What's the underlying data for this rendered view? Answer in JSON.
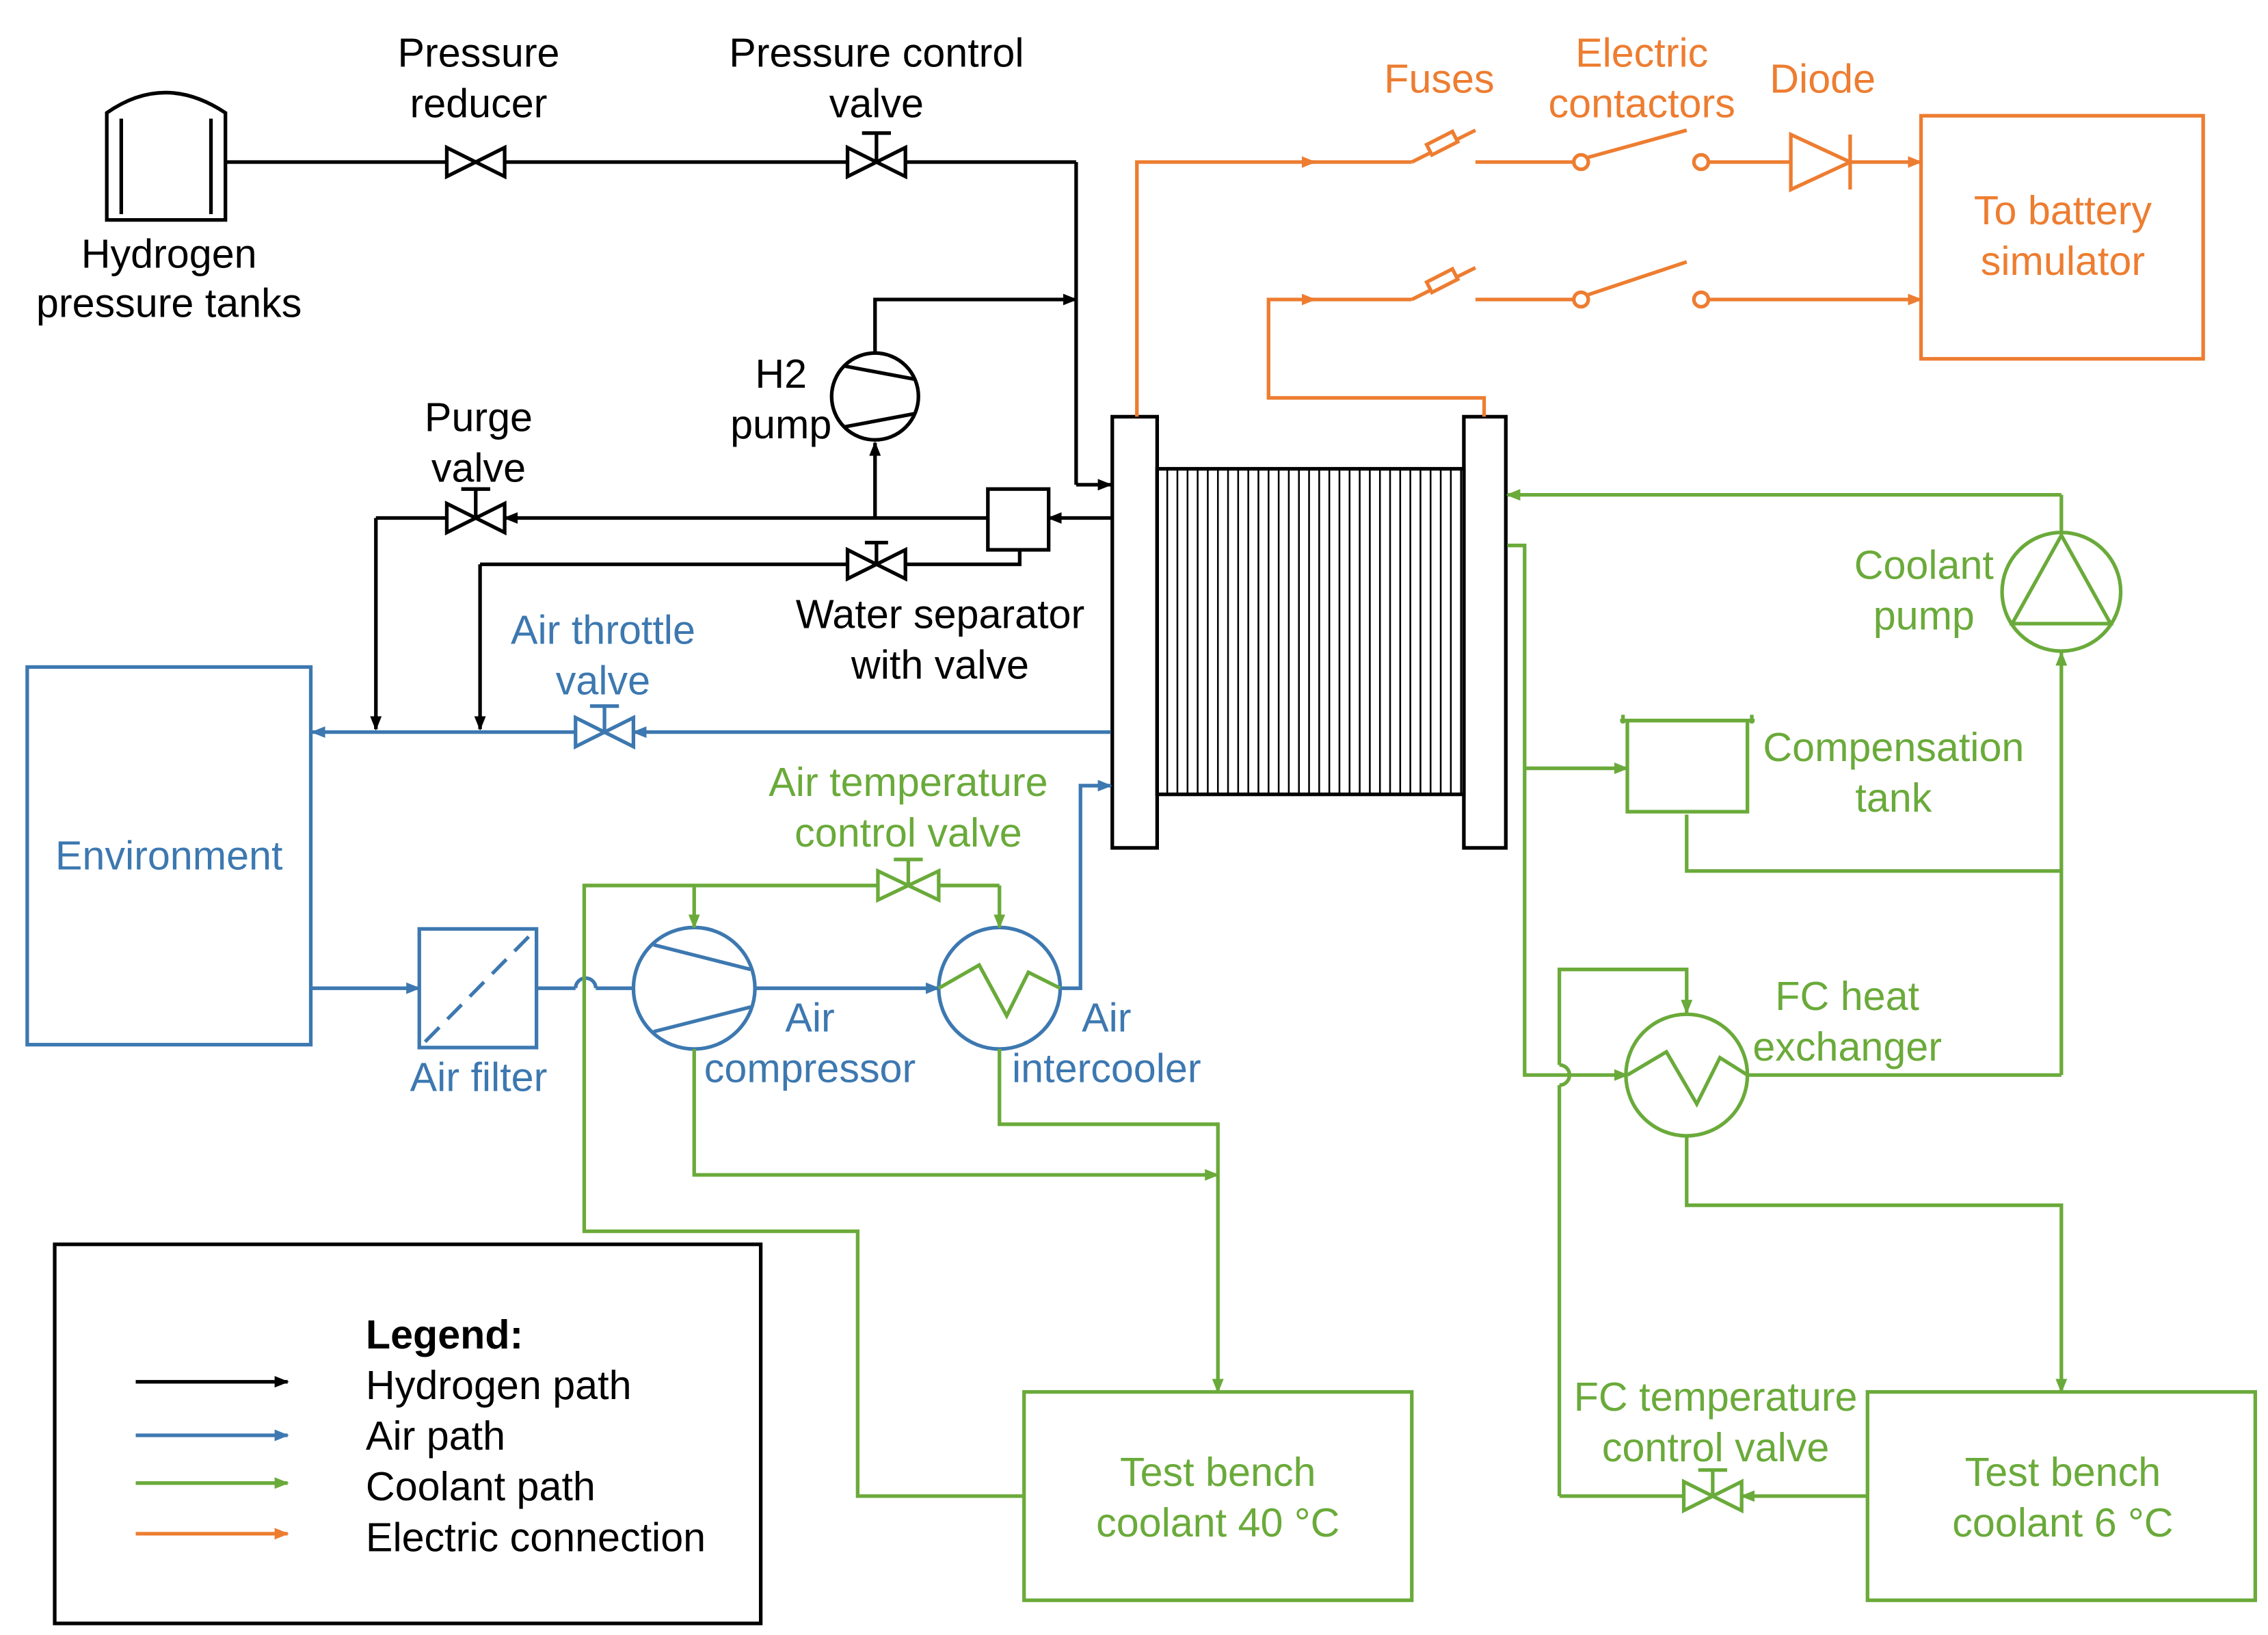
{
  "colors": {
    "hydrogen": "#000000",
    "air": "#3d78b0",
    "coolant": "#6aaa3a",
    "electric": "#ed7d31"
  },
  "labels": {
    "hydrogen_tanks": [
      "Hydrogen",
      "pressure tanks"
    ],
    "pressure_reducer": [
      "Pressure",
      "reducer"
    ],
    "pressure_control_valve": [
      "Pressure control",
      "valve"
    ],
    "h2_pump": [
      "H2",
      "pump"
    ],
    "purge_valve": [
      "Purge",
      "valve"
    ],
    "water_separator": [
      "Water separator",
      "with valve"
    ],
    "air_throttle_valve": [
      "Air throttle",
      "valve"
    ],
    "environment": "Environment",
    "air_filter": "Air filter",
    "air_compressor": [
      "Air",
      "compressor"
    ],
    "air_intercooler": [
      "Air",
      "intercooler"
    ],
    "air_temp_control_valve": [
      "Air temperature",
      "control valve"
    ],
    "test_bench_40": [
      "Test bench",
      "coolant 40 °C"
    ],
    "fuses": "Fuses",
    "electric_contactors": [
      "Electric",
      "contactors"
    ],
    "diode": "Diode",
    "battery_simulator": [
      "To battery",
      "simulator"
    ],
    "coolant_pump": [
      "Coolant",
      "pump"
    ],
    "compensation_tank": [
      "Compensation",
      "tank"
    ],
    "fc_heat_exchanger": [
      "FC heat",
      "exchanger"
    ],
    "fc_temp_control_valve": [
      "FC temperature",
      "control valve"
    ],
    "test_bench_6": [
      "Test bench",
      "coolant 6 °C"
    ]
  },
  "legend": {
    "title": "Legend:",
    "items": [
      {
        "label": "Hydrogen path",
        "color": "#000000"
      },
      {
        "label": "Air path",
        "color": "#3d78b0"
      },
      {
        "label": "Coolant path",
        "color": "#6aaa3a"
      },
      {
        "label": "Electric connection",
        "color": "#ed7d31"
      }
    ]
  }
}
